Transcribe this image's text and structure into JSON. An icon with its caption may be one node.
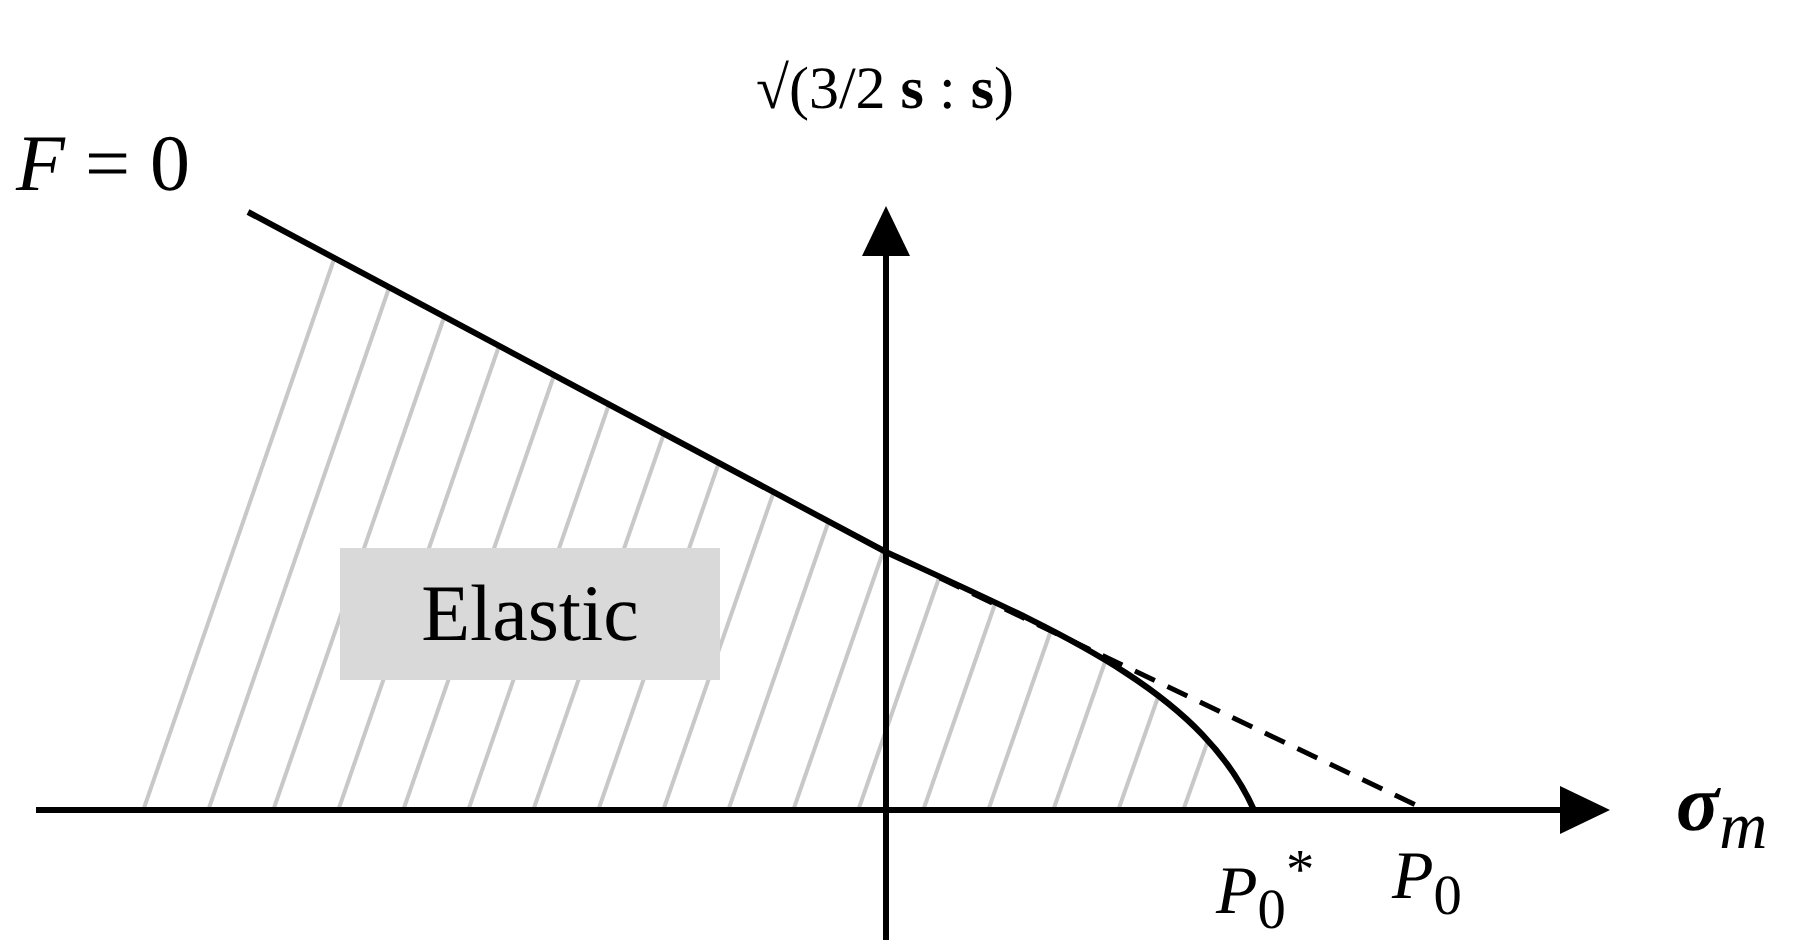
{
  "diagram": {
    "nodes": [
      {
        "text": [
          "Elastic"
        ]
      }
    ],
    "labels": [
      "*F* = 0",
      "√(3/2 **s** : **s**)",
      "**σ**$_{m}$",
      "*P*$_{0}$$^{*}$",
      "*P*$_{0}$"
    ]
  }
}
